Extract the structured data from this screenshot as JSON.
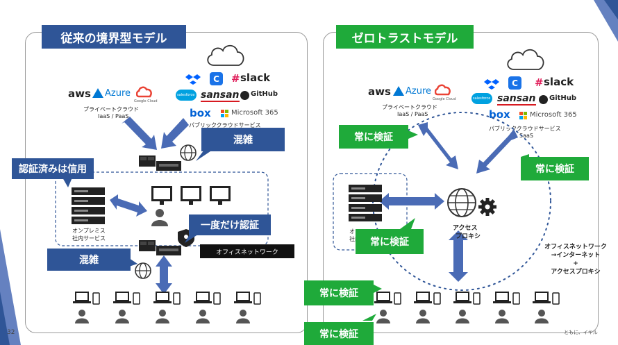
{
  "page_number": "32",
  "footer_text": "ともに、イキル",
  "left": {
    "title": "従来の境界型モデル",
    "private_cloud_label": "プライベートクラウド",
    "private_cloud_sub": "IaaS / PaaS",
    "public_cloud_label": "パブリッククラウドサービス",
    "onprem_label_1": "オンプレミス",
    "onprem_label_2": "社内サービス",
    "callout_konzatsu_top": "混雑",
    "callout_trusted": "認証済みは信用",
    "callout_once": "一度だけ認証",
    "callout_konzatsu_bottom": "混雑",
    "office_network": "オフィスネットワーク"
  },
  "right": {
    "title": "ゼロトラストモデル",
    "private_cloud_label": "プライベートクラウド",
    "private_cloud_sub": "IaaS / PaaS",
    "public_cloud_label": "パブリッククラウドサービス",
    "public_cloud_sub": "SaaS",
    "proxy_label_1": "アクセス",
    "proxy_label_2": "プロキシ",
    "onprem_label_1": "オ",
    "onprem_label_2": "社内",
    "verify_1": "常に検証",
    "verify_2": "常に検証",
    "verify_3": "常に検証",
    "verify_4": "常に検証",
    "verify_5": "常に検証",
    "office_route_1": "オフィスネットワーク",
    "office_route_2": "→インターネット",
    "office_route_3": "+",
    "office_route_4": "アクセスプロキシ"
  },
  "logos": {
    "aws": "aws",
    "azure": "Azure",
    "google_cloud": "Google Cloud",
    "slack": "slack",
    "salesforce": "salesforce",
    "sansan": "sansan",
    "github": "GitHub",
    "box": "box",
    "microsoft365": "Microsoft 365"
  },
  "colors": {
    "title_blue": "#2f5597",
    "callout_blue": "#2f5597",
    "green": "#1faa3a",
    "arrow": "#4a6bb5",
    "dashed_circle": "#2f5597",
    "corner_accent": "#4a6bb5"
  }
}
